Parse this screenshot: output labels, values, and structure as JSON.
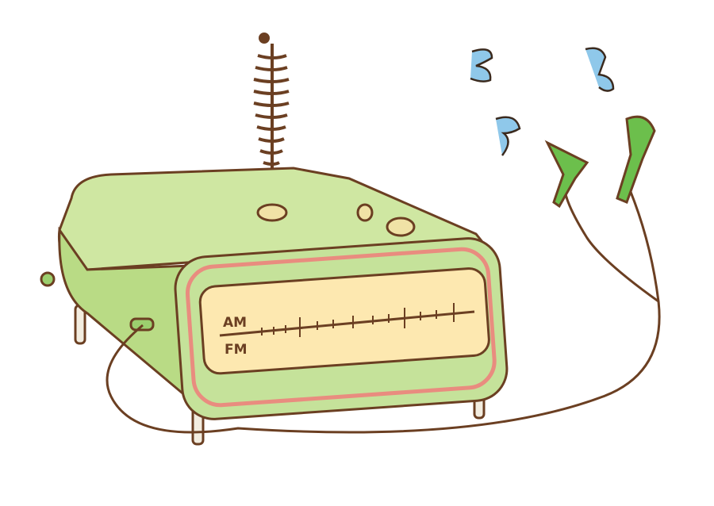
{
  "illustration": {
    "subject": "Cartoon retro radio with headphones and music notes",
    "dial": {
      "band_top": "AM",
      "band_bottom": "FM"
    },
    "colors": {
      "body": "#c5e29a",
      "outline": "#6b3f22",
      "trim": "#e98c7f",
      "dial": "#fde8b0",
      "notes": "#8fc8ea",
      "earbud": "#6cbf4c"
    }
  }
}
